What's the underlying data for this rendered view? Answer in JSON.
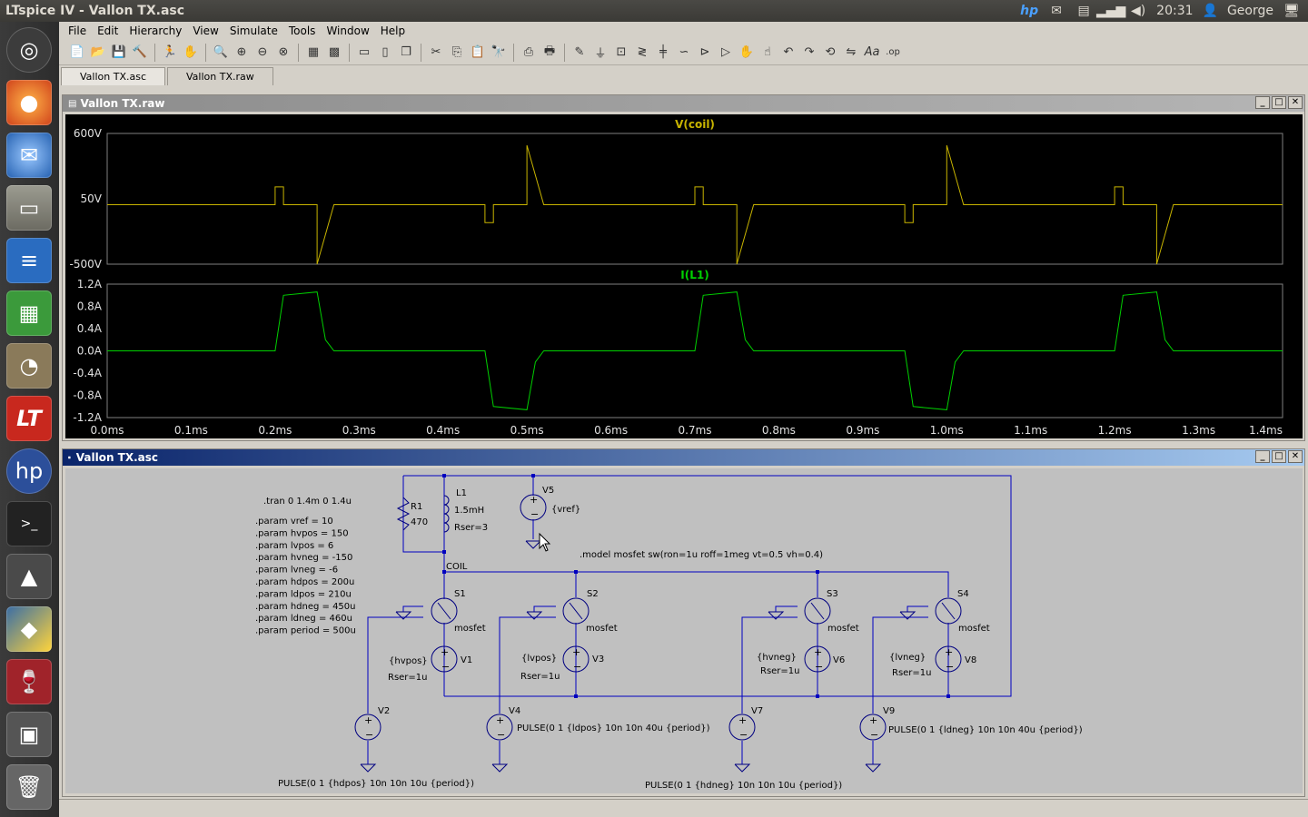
{
  "topbar": {
    "title": "LTspice IV - Vallon TX.asc",
    "time": "20:31",
    "user": "George"
  },
  "menu": [
    "File",
    "Edit",
    "Hierarchy",
    "View",
    "Simulate",
    "Tools",
    "Window",
    "Help"
  ],
  "tabs": [
    "Vallon TX.asc",
    "Vallon TX.raw"
  ],
  "plot_window": {
    "title": "Vallon TX.raw",
    "pane1_title": "V(coil)",
    "pane1_ticks": [
      "600V",
      "50V",
      "-500V"
    ],
    "pane2_title": "I(L1)",
    "pane2_ticks": [
      "1.2A",
      "0.8A",
      "0.4A",
      "0.0A",
      "-0.4A",
      "-0.8A",
      "-1.2A"
    ],
    "x_ticks": [
      "0.0ms",
      "0.1ms",
      "0.2ms",
      "0.3ms",
      "0.4ms",
      "0.5ms",
      "0.6ms",
      "0.7ms",
      "0.8ms",
      "0.9ms",
      "1.0ms",
      "1.1ms",
      "1.2ms",
      "1.3ms",
      "1.4ms"
    ]
  },
  "chart_data": [
    {
      "type": "line",
      "title": "V(coil)",
      "color": "#c8b400",
      "xlim": [
        0,
        1.4
      ],
      "ylim": [
        -500,
        600
      ],
      "x": [
        0,
        0.2,
        0.2,
        0.21,
        0.21,
        0.25,
        0.25,
        0.27,
        0.45,
        0.45,
        0.46,
        0.46,
        0.5,
        0.5,
        0.52,
        0.7,
        0.7,
        0.71,
        0.71,
        0.75,
        0.75,
        0.77,
        0.95,
        0.95,
        0.96,
        0.96,
        1.0,
        1.0,
        1.02,
        1.2,
        1.2,
        1.21,
        1.21,
        1.25,
        1.25,
        1.27,
        1.4
      ],
      "y": [
        0,
        0,
        150,
        150,
        0,
        0,
        -500,
        0,
        0,
        -150,
        -150,
        0,
        0,
        500,
        0,
        0,
        150,
        150,
        0,
        0,
        -500,
        0,
        0,
        -150,
        -150,
        0,
        0,
        500,
        0,
        0,
        150,
        150,
        0,
        0,
        -500,
        0,
        0
      ]
    },
    {
      "type": "line",
      "title": "I(L1)",
      "color": "#00d000",
      "xlim": [
        0,
        1.4
      ],
      "ylim": [
        -1.2,
        1.2
      ],
      "x": [
        0,
        0.2,
        0.21,
        0.25,
        0.26,
        0.27,
        0.45,
        0.46,
        0.5,
        0.51,
        0.52,
        0.7,
        0.71,
        0.75,
        0.76,
        0.77,
        0.95,
        0.96,
        1.0,
        1.01,
        1.02,
        1.2,
        1.21,
        1.25,
        1.26,
        1.27,
        1.4
      ],
      "y": [
        0,
        0,
        1.0,
        1.06,
        0.2,
        0,
        0,
        -1.0,
        -1.06,
        -0.2,
        0,
        0,
        1.0,
        1.06,
        0.2,
        0,
        0,
        -1.0,
        -1.06,
        -0.2,
        0,
        0,
        1.0,
        1.06,
        0.2,
        0,
        0
      ]
    }
  ],
  "schematic_window": {
    "title": "Vallon TX.asc",
    "directives": [
      ".tran 0 1.4m 0 1.4u",
      ".param vref = 10",
      ".param hvpos = 150",
      ".param lvpos = 6",
      ".param hvneg = -150",
      ".param lvneg = -6",
      ".param hdpos = 200u",
      ".param ldpos = 210u",
      ".param hdneg = 450u",
      ".param ldneg = 460u",
      ".param period = 500u"
    ],
    "model": ".model mosfet sw(ron=1u roff=1meg vt=0.5 vh=0.4)",
    "labels": {
      "r1": "R1",
      "r1v": "470",
      "l1": "L1",
      "l1v": "1.5mH",
      "l1r": "Rser=3",
      "v5": "V5",
      "v5v": "{vref}",
      "coil": "COIL",
      "s1": "S1",
      "s2": "S2",
      "s3": "S3",
      "s4": "S4",
      "mos": "mosfet",
      "v1": "V1",
      "v3": "V3",
      "v6": "V6",
      "v8": "V8",
      "v1v": "{hvpos}",
      "v3v": "{lvpos}",
      "v6v": "{hvneg}",
      "v8v": "{lvneg}",
      "rser": "Rser=1u",
      "v2": "V2",
      "v4": "V4",
      "v7": "V7",
      "v9": "V9",
      "v2p": "PULSE(0 1 {hdpos} 10n 10n 10u {period})",
      "v4p": "PULSE(0 1 {ldpos} 10n 10n 40u {period})",
      "v7p": "PULSE(0 1 {hdneg} 10n 10n 10u {period})",
      "v9p": "PULSE(0 1 {ldneg} 10n 10n 40u {period})"
    }
  }
}
